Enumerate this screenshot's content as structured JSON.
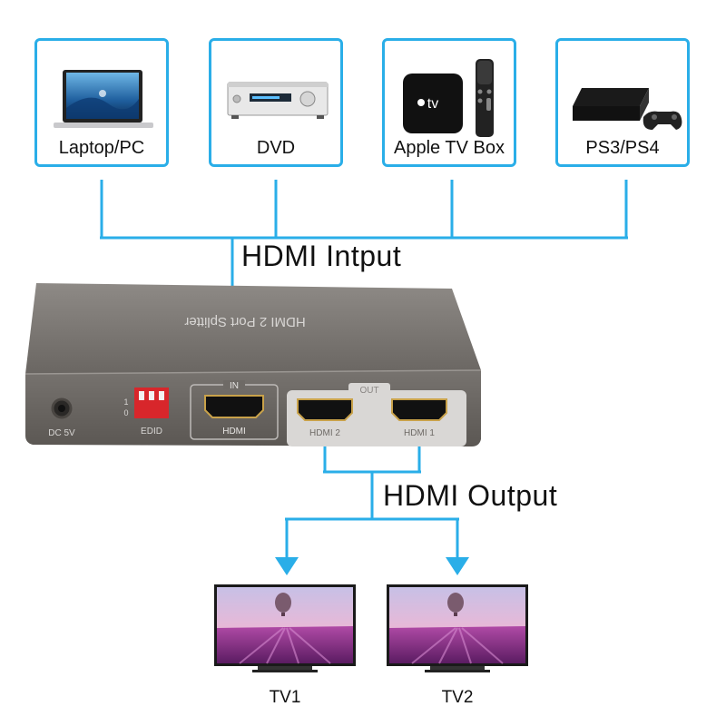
{
  "sources": [
    {
      "label": "Laptop/PC",
      "icon": "laptop-icon"
    },
    {
      "label": "DVD",
      "icon": "dvd-player-icon"
    },
    {
      "label": "Apple TV Box",
      "icon": "apple-tv-icon"
    },
    {
      "label": "PS3/PS4",
      "icon": "game-console-icon"
    }
  ],
  "input_label": "HDMI Intput",
  "output_label": "HDMI Output",
  "device": {
    "top_text": "HDMI 2 Port Splitter",
    "power_label": "DC 5V",
    "edid_label": "EDID",
    "switch_on": "1",
    "switch_off": "0",
    "in_tag": "IN",
    "in_port": "HDMI",
    "out_tag": "OUT",
    "out_port_1": "HDMI 2",
    "out_port_2": "HDMI 1"
  },
  "tvs": [
    {
      "label": "TV1"
    },
    {
      "label": "TV2"
    }
  ],
  "colors": {
    "accent": "#2aaee8",
    "device_body": "#6e6a66"
  }
}
